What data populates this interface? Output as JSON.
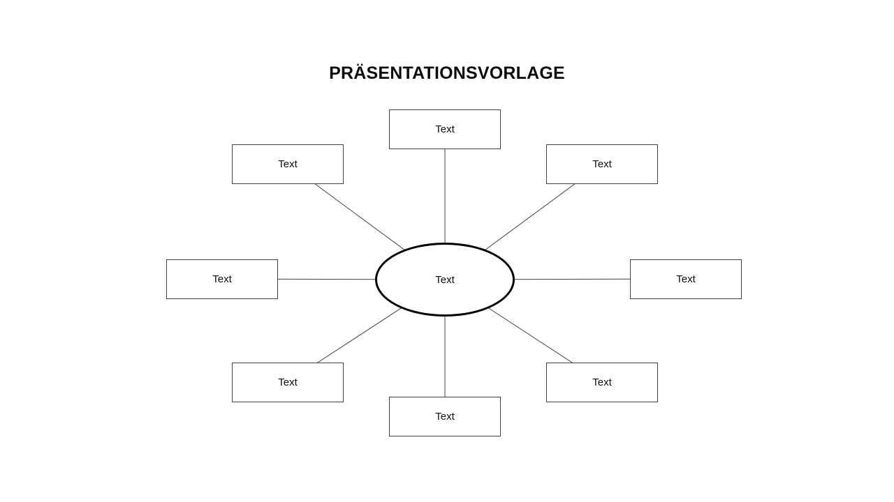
{
  "title": "PRÄSENTATIONSVORLAGE",
  "diagram": {
    "type": "radial",
    "center": {
      "label": "Text"
    },
    "nodes": [
      {
        "position": "top",
        "label": "Text"
      },
      {
        "position": "top-right",
        "label": "Text"
      },
      {
        "position": "right",
        "label": "Text"
      },
      {
        "position": "bottom-right",
        "label": "Text"
      },
      {
        "position": "bottom",
        "label": "Text"
      },
      {
        "position": "bottom-left",
        "label": "Text"
      },
      {
        "position": "left",
        "label": "Text"
      },
      {
        "position": "top-left",
        "label": "Text"
      }
    ],
    "colors": {
      "background": "#ffffff",
      "node_border": "#404040",
      "center_border": "#000000",
      "connector": "#404040",
      "text": "#0d0d0d"
    }
  }
}
